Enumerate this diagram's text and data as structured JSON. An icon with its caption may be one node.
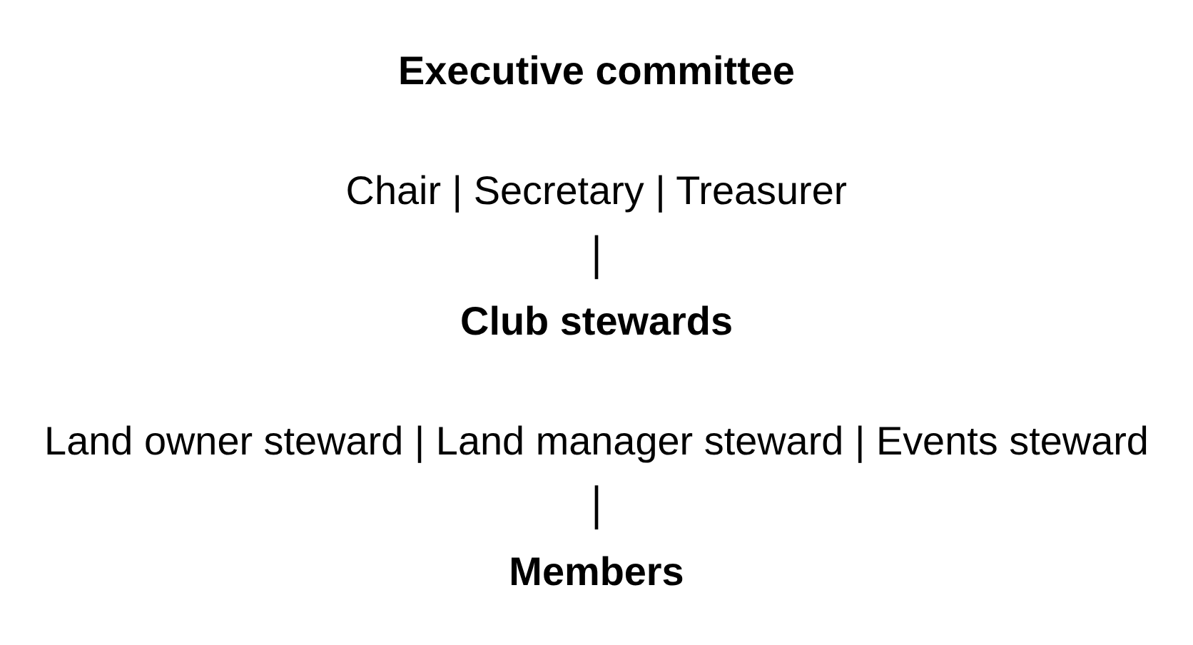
{
  "diagram": {
    "nodes": [
      {
        "text": [
          "Executive committee",
          "Chair | Secretary | Treasurer"
        ]
      },
      {
        "text": [
          "Club stewards",
          "Land owner steward | Land manager steward | Events steward"
        ]
      },
      {
        "text": [
          "Members"
        ]
      }
    ],
    "edges": [
      {
        "from": 0,
        "to": 1,
        "arrow": "none"
      },
      {
        "from": 1,
        "to": 2,
        "arrow": "none"
      }
    ]
  }
}
